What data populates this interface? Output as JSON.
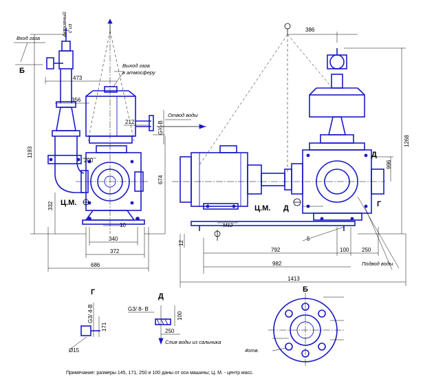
{
  "labels": {
    "gas_inlet": "Вход газа",
    "gas_outlet_1": "Выход газа",
    "gas_outlet_2": "в атмосферу",
    "water_drain": "Отвод воды",
    "water_supply": "Подвод воды",
    "active_1": "Активный",
    "active_2": "с из",
    "gland_drain": "Слив воды из сальника",
    "cm_left": "Ц.М.",
    "cm_right": "Ц.М.",
    "bolt_m12": "М12",
    "thread_g": "G3/ 4-В",
    "thread_d": "G3/ 8- В",
    "holes": "4отв."
  },
  "letters": {
    "B_left": "Б",
    "B_view": "Б",
    "G_right": "Г",
    "G_view": "Г",
    "D_right_top": "Д",
    "D_right_mid": "Д",
    "D_view": "Д"
  },
  "dims": {
    "d473": "473",
    "d356": "356",
    "d212": "212",
    "d1193": "1193",
    "d332": "332",
    "d200": "200",
    "d674": "674",
    "d10": "10",
    "d340": "340",
    "d372": "372",
    "d686": "686",
    "d386": "386",
    "d1268": "1268",
    "d996": "996",
    "d12": "12",
    "d792": "792",
    "d100": "100",
    "d250": "250",
    "d5": "5",
    "d982": "982",
    "d1413": "1413",
    "d171": "171",
    "d15": "Ø15",
    "d100v": "100",
    "d250v": "250",
    "d6b": "G¾-В"
  },
  "note": "Примечание: размеры 145, 171, 250 и 100 даны от оси машины; Ц. М. - центр масс."
}
